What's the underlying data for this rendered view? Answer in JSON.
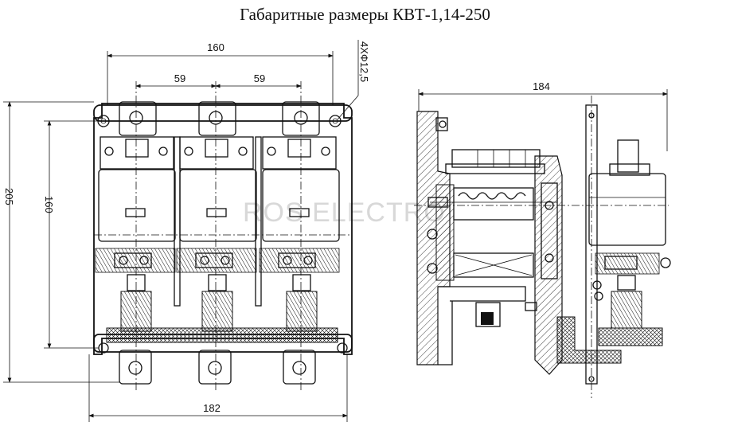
{
  "title": "Габаритные размеры КВТ-1,14-250",
  "dimensions": {
    "width_top": "160",
    "pole_pitch_left": "59",
    "pole_pitch_right": "59",
    "holes": "4XФ12,5",
    "height_total": "205",
    "height_mount": "160",
    "width_bottom": "182",
    "depth": "184"
  },
  "watermark": "ROS ELECTRO"
}
